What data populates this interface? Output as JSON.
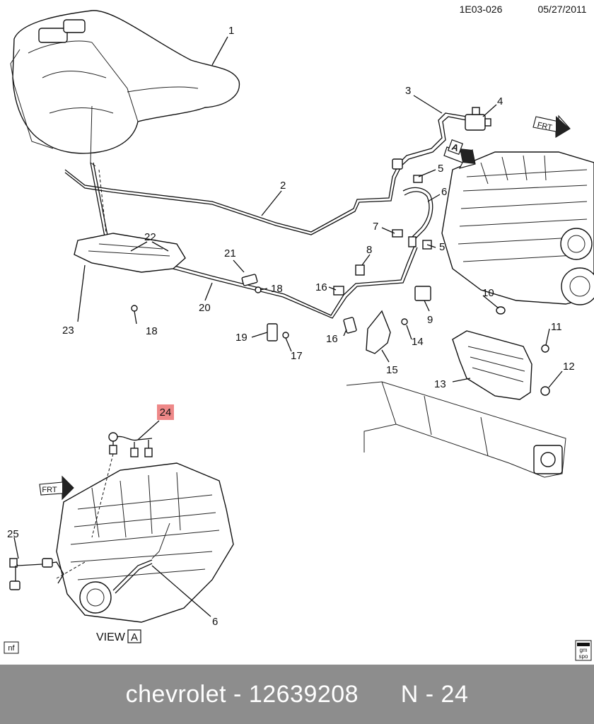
{
  "header": {
    "code": "1E03-026",
    "date": "05/27/2011"
  },
  "callouts": [
    "1",
    "2",
    "3",
    "4",
    "5",
    "5",
    "6",
    "6",
    "7",
    "8",
    "9",
    "10",
    "11",
    "12",
    "13",
    "14",
    "15",
    "16",
    "16",
    "17",
    "18",
    "18",
    "19",
    "20",
    "21",
    "22",
    "23",
    "24",
    "25"
  ],
  "highlight": {
    "label": "24",
    "color": "#ee8888"
  },
  "view_label": {
    "text": "VIEW",
    "box": "A"
  },
  "arrow_box": "A",
  "frt_label": "FRT",
  "corner_left": "nf",
  "corner_right": {
    "top": "gm",
    "bottom": "spo"
  },
  "footer": {
    "brand": "chevrolet",
    "part_number": "12639208",
    "ref": "N - 24"
  }
}
